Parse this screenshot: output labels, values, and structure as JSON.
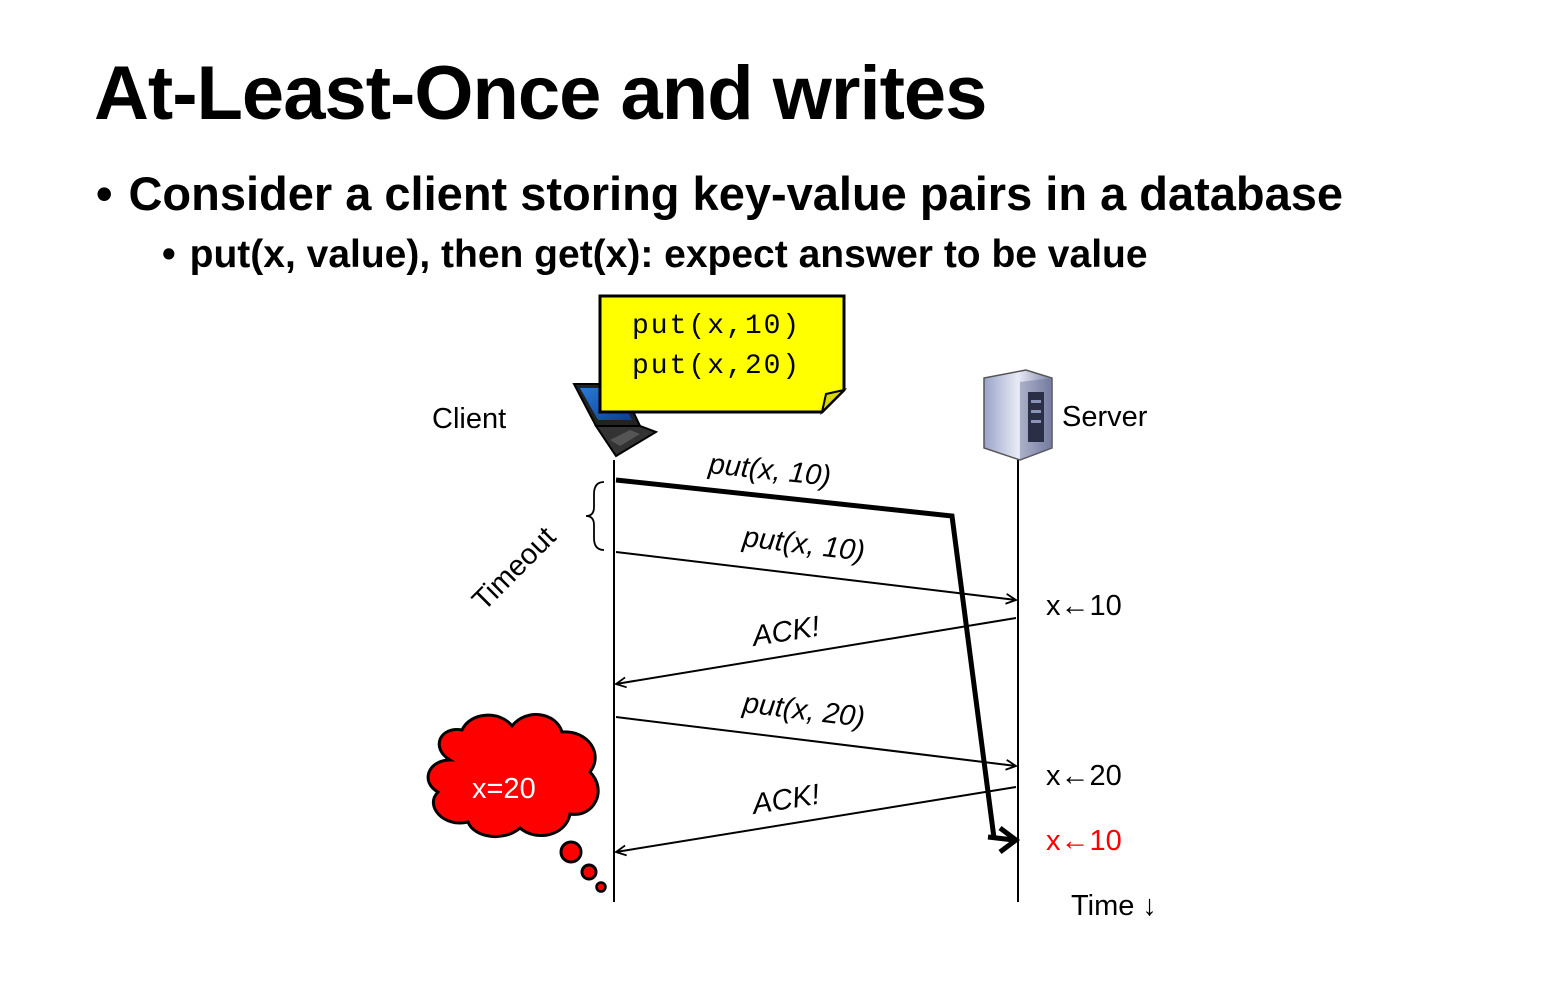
{
  "slide": {
    "title": "At-Least-Once and writes",
    "bullets": [
      "Consider a client storing key-value pairs in a database",
      "put(x, value), then get(x): expect answer to be value"
    ],
    "bullet_glyph": "•"
  },
  "diagram": {
    "note_lines": [
      "put(x,10)",
      "put(x,20)"
    ],
    "client_label": "Client",
    "server_label": "Server",
    "timeout_label": "Timeout",
    "messages": {
      "put_x10_first": "put(x, 10)",
      "put_x10_retry": "put(x, 10)",
      "ack_first": "ACK!",
      "put_x20": "put(x, 20)",
      "ack_second": "ACK!"
    },
    "server_states": {
      "first": "x←10",
      "second": "x←20",
      "third": "x←10"
    },
    "thought": "x=20",
    "time_label": "Time ↓",
    "colors": {
      "note_fill": "#ffff00",
      "thought_fill": "#ff0000",
      "highlight_text": "#ff0000"
    }
  }
}
